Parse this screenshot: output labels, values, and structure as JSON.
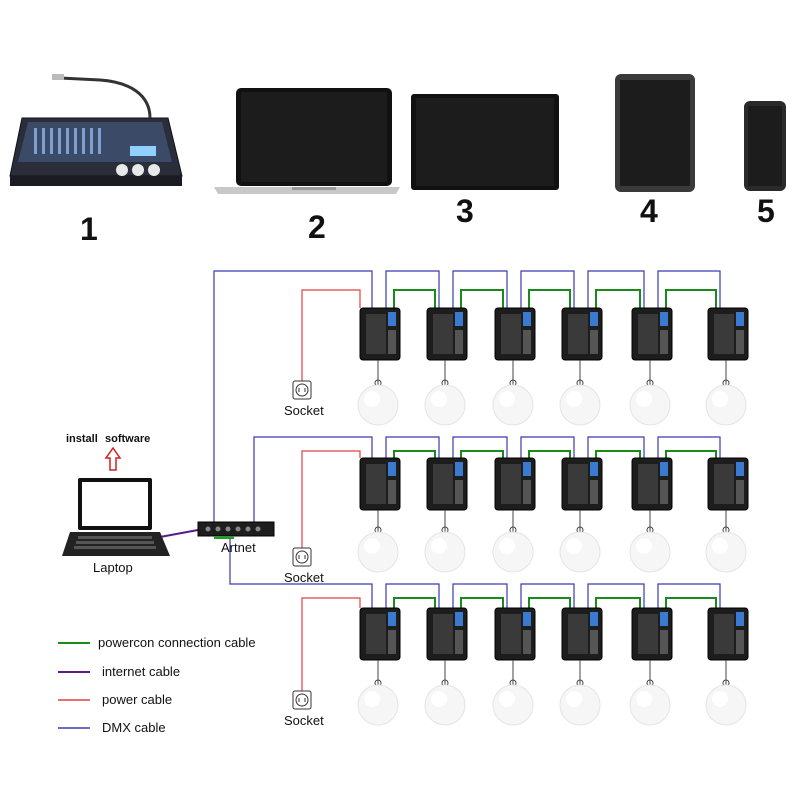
{
  "devices": [
    {
      "number": "1",
      "icon": "lighting-console-icon"
    },
    {
      "number": "2",
      "icon": "laptop-icon"
    },
    {
      "number": "3",
      "icon": "monitor-icon"
    },
    {
      "number": "4",
      "icon": "tablet-icon"
    },
    {
      "number": "5",
      "icon": "smartphone-icon"
    }
  ],
  "labels": {
    "install": "install",
    "software": "software",
    "laptop": "Laptop",
    "artnet": "Artnet",
    "socket": "Socket"
  },
  "legend": [
    {
      "label": "powercon connection cable",
      "color": "#1a8a1a"
    },
    {
      "label": "internet cable",
      "color": "#5a1a8a"
    },
    {
      "label": "power cable",
      "color": "#e04040"
    },
    {
      "label": "DMX cable",
      "color": "#3a3ab0"
    }
  ],
  "colors": {
    "powercon": "#1a8a1a",
    "internet": "#5a1a8a",
    "power": "#e04040",
    "dmx": "#3a3ab0",
    "arrow": "#d02020"
  }
}
